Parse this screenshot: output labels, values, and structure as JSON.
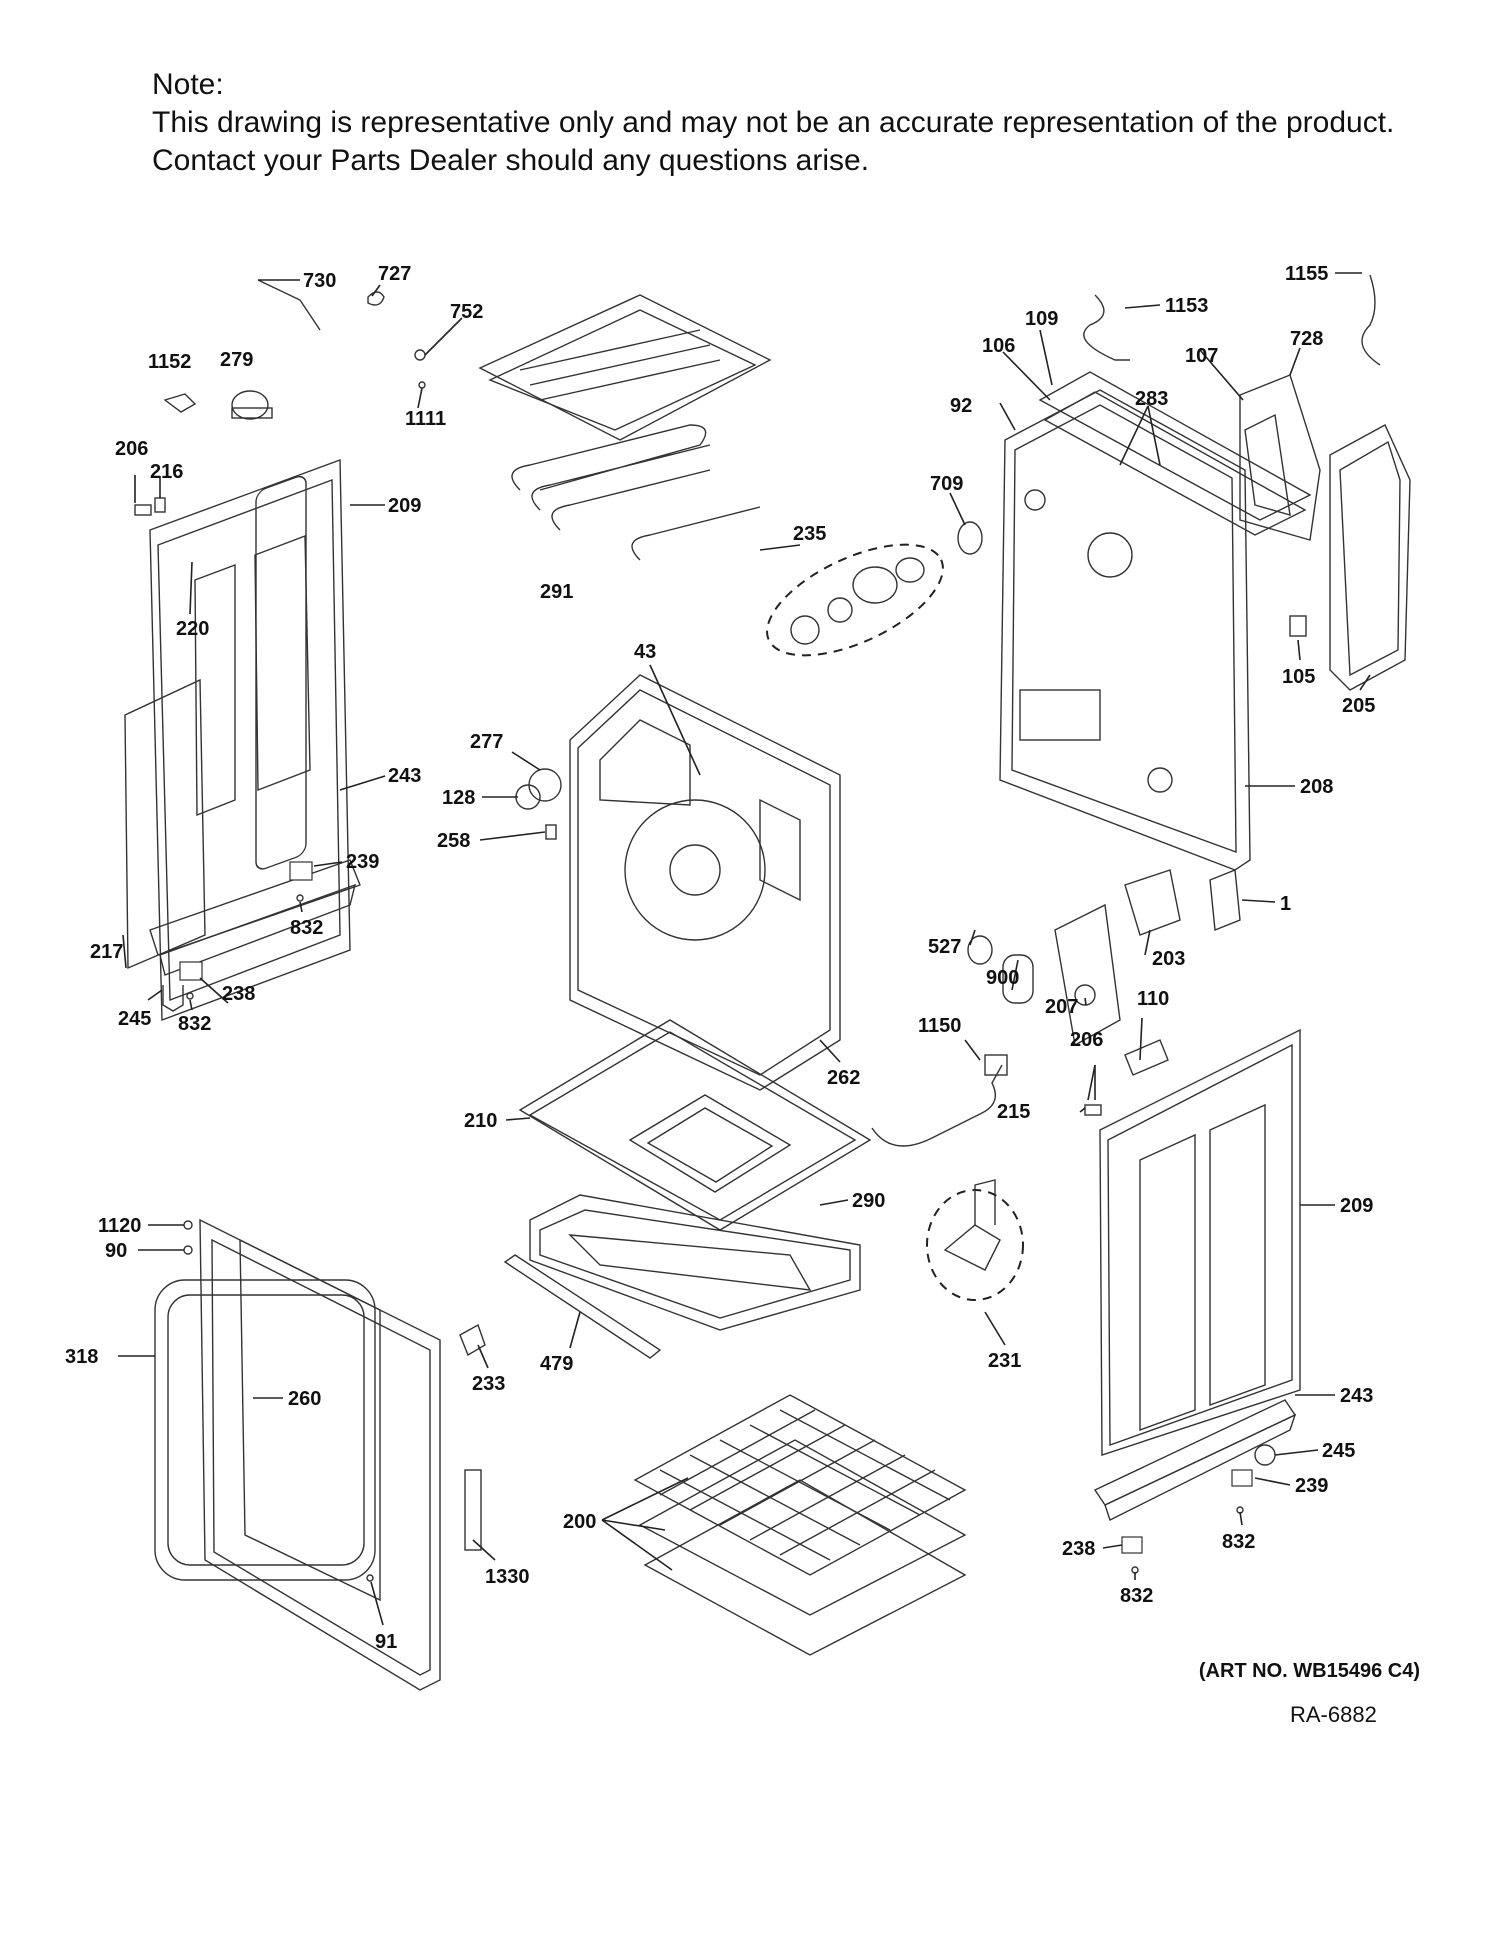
{
  "note": {
    "title": "Note:",
    "line1": "This drawing is representative only and may not be an accurate representation of the product.",
    "line2": "Contact your Parts Dealer should any questions arise."
  },
  "parts": [
    {
      "id": "730",
      "label": "730"
    },
    {
      "id": "727",
      "label": "727"
    },
    {
      "id": "752",
      "label": "752"
    },
    {
      "id": "1152",
      "label": "1152"
    },
    {
      "id": "279",
      "label": "279"
    },
    {
      "id": "1111",
      "label": "1111"
    },
    {
      "id": "206a",
      "label": "206"
    },
    {
      "id": "216",
      "label": "216"
    },
    {
      "id": "209a",
      "label": "209"
    },
    {
      "id": "220",
      "label": "220"
    },
    {
      "id": "291",
      "label": "291"
    },
    {
      "id": "235",
      "label": "235"
    },
    {
      "id": "43",
      "label": "43"
    },
    {
      "id": "277",
      "label": "277"
    },
    {
      "id": "128",
      "label": "128"
    },
    {
      "id": "258",
      "label": "258"
    },
    {
      "id": "243a",
      "label": "243"
    },
    {
      "id": "239a",
      "label": "239"
    },
    {
      "id": "832a",
      "label": "832"
    },
    {
      "id": "217",
      "label": "217"
    },
    {
      "id": "238a",
      "label": "238"
    },
    {
      "id": "245a",
      "label": "245"
    },
    {
      "id": "832b",
      "label": "832"
    },
    {
      "id": "262",
      "label": "262"
    },
    {
      "id": "1153",
      "label": "1153"
    },
    {
      "id": "1155",
      "label": "1155"
    },
    {
      "id": "109",
      "label": "109"
    },
    {
      "id": "106",
      "label": "106"
    },
    {
      "id": "107",
      "label": "107"
    },
    {
      "id": "728",
      "label": "728"
    },
    {
      "id": "283",
      "label": "283"
    },
    {
      "id": "92",
      "label": "92"
    },
    {
      "id": "709",
      "label": "709"
    },
    {
      "id": "105",
      "label": "105"
    },
    {
      "id": "205",
      "label": "205"
    },
    {
      "id": "208",
      "label": "208"
    },
    {
      "id": "1",
      "label": "1"
    },
    {
      "id": "527",
      "label": "527"
    },
    {
      "id": "900",
      "label": "900"
    },
    {
      "id": "207",
      "label": "207"
    },
    {
      "id": "203",
      "label": "203"
    },
    {
      "id": "110",
      "label": "110"
    },
    {
      "id": "1150",
      "label": "1150"
    },
    {
      "id": "206b",
      "label": "206"
    },
    {
      "id": "215",
      "label": "215"
    },
    {
      "id": "210",
      "label": "210"
    },
    {
      "id": "290",
      "label": "290"
    },
    {
      "id": "209b",
      "label": "209"
    },
    {
      "id": "1120",
      "label": "1120"
    },
    {
      "id": "90",
      "label": "90"
    },
    {
      "id": "318",
      "label": "318"
    },
    {
      "id": "260",
      "label": "260"
    },
    {
      "id": "233",
      "label": "233"
    },
    {
      "id": "479",
      "label": "479"
    },
    {
      "id": "231",
      "label": "231"
    },
    {
      "id": "243b",
      "label": "243"
    },
    {
      "id": "245b",
      "label": "245"
    },
    {
      "id": "239b",
      "label": "239"
    },
    {
      "id": "832c",
      "label": "832"
    },
    {
      "id": "238b",
      "label": "238"
    },
    {
      "id": "832d",
      "label": "832"
    },
    {
      "id": "200",
      "label": "200"
    },
    {
      "id": "1330",
      "label": "1330"
    },
    {
      "id": "91",
      "label": "91"
    }
  ],
  "footer": {
    "art_no": "(ART NO. WB15496 C4)",
    "ref": "RA-6882"
  }
}
